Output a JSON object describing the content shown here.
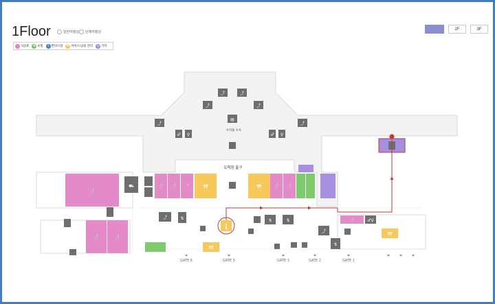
{
  "floor_title": "1Floor",
  "view_options": [
    {
      "label": "일반여행성"
    },
    {
      "label": "단체여행성"
    }
  ],
  "legend": [
    {
      "label": "식음료",
      "color": "#e67bc4",
      "symbol": "🍴"
    },
    {
      "label": "쇼핑",
      "color": "#76c365",
      "symbol": "⊕"
    },
    {
      "label": "편의시설",
      "color": "#4a86c8",
      "symbol": "i"
    },
    {
      "label": "서비스/금융 관리",
      "color": "#f5c24a",
      "symbol": "₩"
    },
    {
      "label": "기타",
      "color": "#9a86d6",
      "symbol": "◎"
    }
  ],
  "floor_tabs": [
    {
      "label": "",
      "active": true
    },
    {
      "label": "2F",
      "active": false
    },
    {
      "label": "3F",
      "active": false
    }
  ],
  "map": {
    "labels": {
      "arrival_exit": "도착장 출구",
      "baggage_claim": "수하물 수속"
    },
    "gates": [
      "GATE 6",
      "GATE 5",
      "GATE 3",
      "GATE 2",
      "GATE 1"
    ],
    "colors": {
      "food": "#e58ac8",
      "shop": "#7dcc6c",
      "service": "#f7c95a",
      "other": "#a68ee0",
      "facility": "#6e6e6e",
      "route": "#c0393b",
      "info": "#f7c95a"
    }
  }
}
